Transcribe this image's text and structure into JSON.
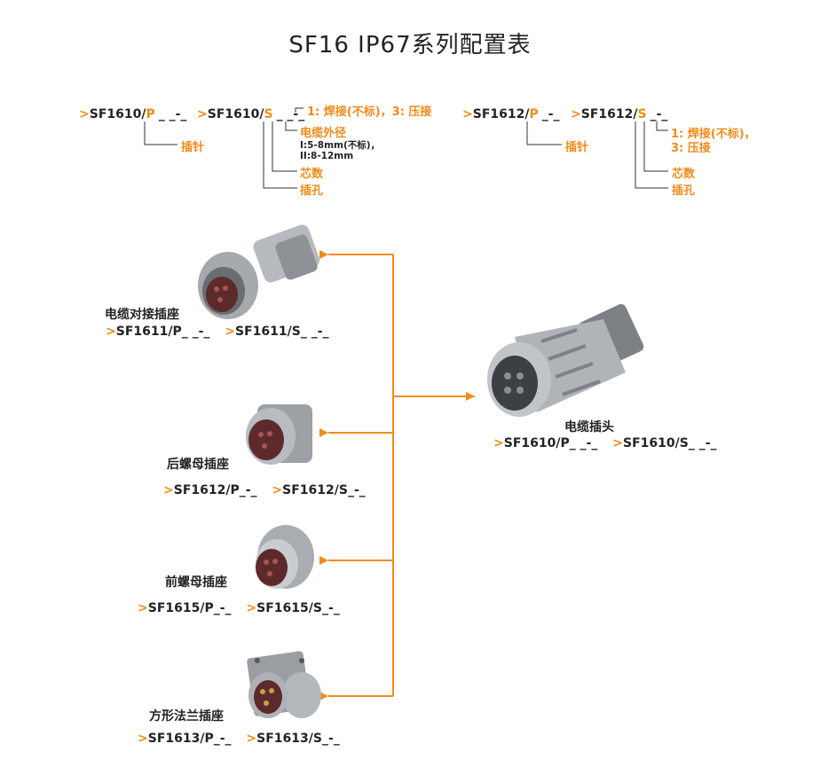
{
  "title": "SF16 IP67系列配置表",
  "config": {
    "c1": {
      "arrow": ">",
      "prefix": "SF1610/",
      "letter": "P",
      "rest": "_ _-_",
      "pin_label": "插针"
    },
    "c2": {
      "arrow": ">",
      "prefix": "SF1610/",
      "letter": "S",
      "rest": "_ _-_",
      "weld_label": "1: 焊接(不标)，3: 压接",
      "diameter_label": "电缆外径",
      "diameter_opt1": "I:5-8mm(不标)，",
      "diameter_opt2": "II:8-12mm",
      "cores_label": "芯数",
      "hole_label": "插孔"
    },
    "c3": {
      "arrow": ">",
      "prefix": "SF1612/",
      "letter": "P",
      "rest": "_-_",
      "pin_label": "插针"
    },
    "c4": {
      "arrow": ">",
      "prefix": "SF1612/",
      "letter": "S",
      "rest": "_-_",
      "weld_label1": "1: 焊接(不标)，",
      "weld_label2": "3: 压接",
      "cores_label": "芯数",
      "hole_label": "插孔"
    }
  },
  "products": [
    {
      "name": "电缆对接插座",
      "code_p": "SF1611/P_ _-_",
      "code_s": "SF1611/S_ _-_",
      "arrow": ">"
    },
    {
      "name": "后螺母插座",
      "code_p": "SF1612/P_-_",
      "code_s": "SF1612/S_-_",
      "arrow": ">"
    },
    {
      "name": "前螺母插座",
      "code_p": "SF1615/P_-_",
      "code_s": "SF1615/S_-_",
      "arrow": ">"
    },
    {
      "name": "方形法兰插座",
      "code_p": "SF1613/P_-_",
      "code_s": "SF1613/S_-_",
      "arrow": ">"
    }
  ],
  "plug": {
    "name": "电缆插头",
    "code_p": "SF1610/P_ _-_",
    "code_s": "SF1610/S_ _-_",
    "arrow": ">"
  },
  "colors": {
    "accent": "#f08c1a",
    "text": "#222222",
    "metal": "#9a9ea3"
  }
}
